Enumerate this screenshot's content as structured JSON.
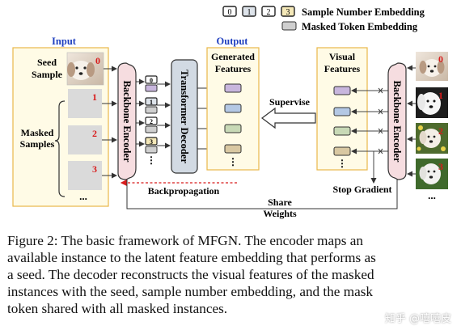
{
  "legend": {
    "sample_number_label": "Sample Number Embedding",
    "masked_token_label": "Masked Token Embedding",
    "number_icons": [
      "0",
      "1",
      "2",
      "3"
    ]
  },
  "input_panel": {
    "title": "Input",
    "seed_label_line1": "Seed",
    "seed_label_line2": "Sample",
    "seed_number": "0",
    "masked_label_line1": "Masked",
    "masked_label_line2": "Samples",
    "masked_numbers": [
      "1",
      "2",
      "3"
    ],
    "ellipsis": "..."
  },
  "backbone_left_label": "Backbone Encoder",
  "token_numbers": [
    "0",
    "1",
    "2",
    "3"
  ],
  "transformer_label": "Transformer Decoder",
  "output_panel": {
    "title": "Output",
    "label_line1": "Generated",
    "label_line2": "Features"
  },
  "supervise_label": "Supervise",
  "visual_panel": {
    "label_line1": "Visual",
    "label_line2": "Features"
  },
  "backbone_right_label": "Backbone Encoder",
  "backprop_label": "Backpropagation",
  "stop_gradient_label": "Stop Gradient",
  "share_weights_line1": "Share",
  "share_weights_line2": "Weights",
  "right_ellipsis": "...",
  "colors": {
    "panel_fill": "#fffbe6",
    "panel_border": "#e8b84a",
    "encoder_fill": "#f6dde0",
    "decoder_fill": "#d2dae3",
    "blue_title": "#1f3fbf",
    "red_number": "#d81b1b",
    "feature_purple": "#c8b6dd",
    "feature_blue": "#b4c8e4",
    "feature_green": "#c8d9b6",
    "feature_tan": "#d9c8a2",
    "masked_gray": "#cfcfcf"
  },
  "caption": {
    "line1": "Figure 2:  The basic framework of MFGN. The encoder maps an",
    "line2": "available instance to the latent feature embedding that performs as",
    "line3": "a seed.  The decoder reconstructs the visual features of the masked",
    "line4": "instances with the seed, sample number embedding, and the mask",
    "line5": "token shared with all masked instances."
  },
  "watermark": "知乎 @嘻嘻皮"
}
